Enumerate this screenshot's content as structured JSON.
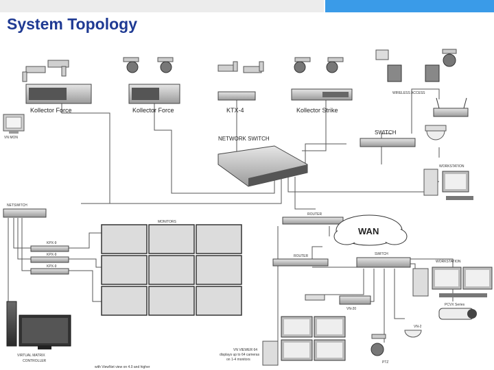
{
  "title": "System Topology",
  "labels": {
    "vn_mon": "VN MON",
    "kollector_force_1": "Kollector Force",
    "kollector_force_2": "Kollector Force",
    "ktx4": "KTX-4",
    "kollector_strike": "Kollector Strike",
    "wireless_access": "WIRELESS ACCESS",
    "switch_top": "SWITCH",
    "network_switch": "NETWORK SWITCH",
    "workstation_top": "WORKSTATION",
    "netswitch": "NETSWITCH",
    "monitors": "MONITORS",
    "kpx_a": "KPX-9",
    "kpx_b": "KPX-9",
    "kpx_c": "KPX-9",
    "router_top": "ROUTER",
    "wan": "WAN",
    "router_bottom": "ROUTER",
    "switch_bottom": "SWITCH",
    "workstation_bottom": "WORKSTATION",
    "pcvx_series": "PCVX Series",
    "vn_viewer_title": "VN VIEWER 64",
    "vn_viewer_line2": "displays up to 64 cameras",
    "vn_viewer_line3": "on 1-4 monitors",
    "vn_bottom": "VN-2",
    "vn_encoder": "VN-20",
    "ptz": "PTZ",
    "vm_line1": "VIRTUAL MATRIX",
    "vm_line2": "CONTROLLER",
    "footnote": "with ViewNet view on 4.0 and higher"
  },
  "colors": {
    "title": "#1f3a93",
    "top_bar_grey": "#ececec",
    "top_bar_blue": "#3a9be8",
    "lines": "#555555"
  }
}
